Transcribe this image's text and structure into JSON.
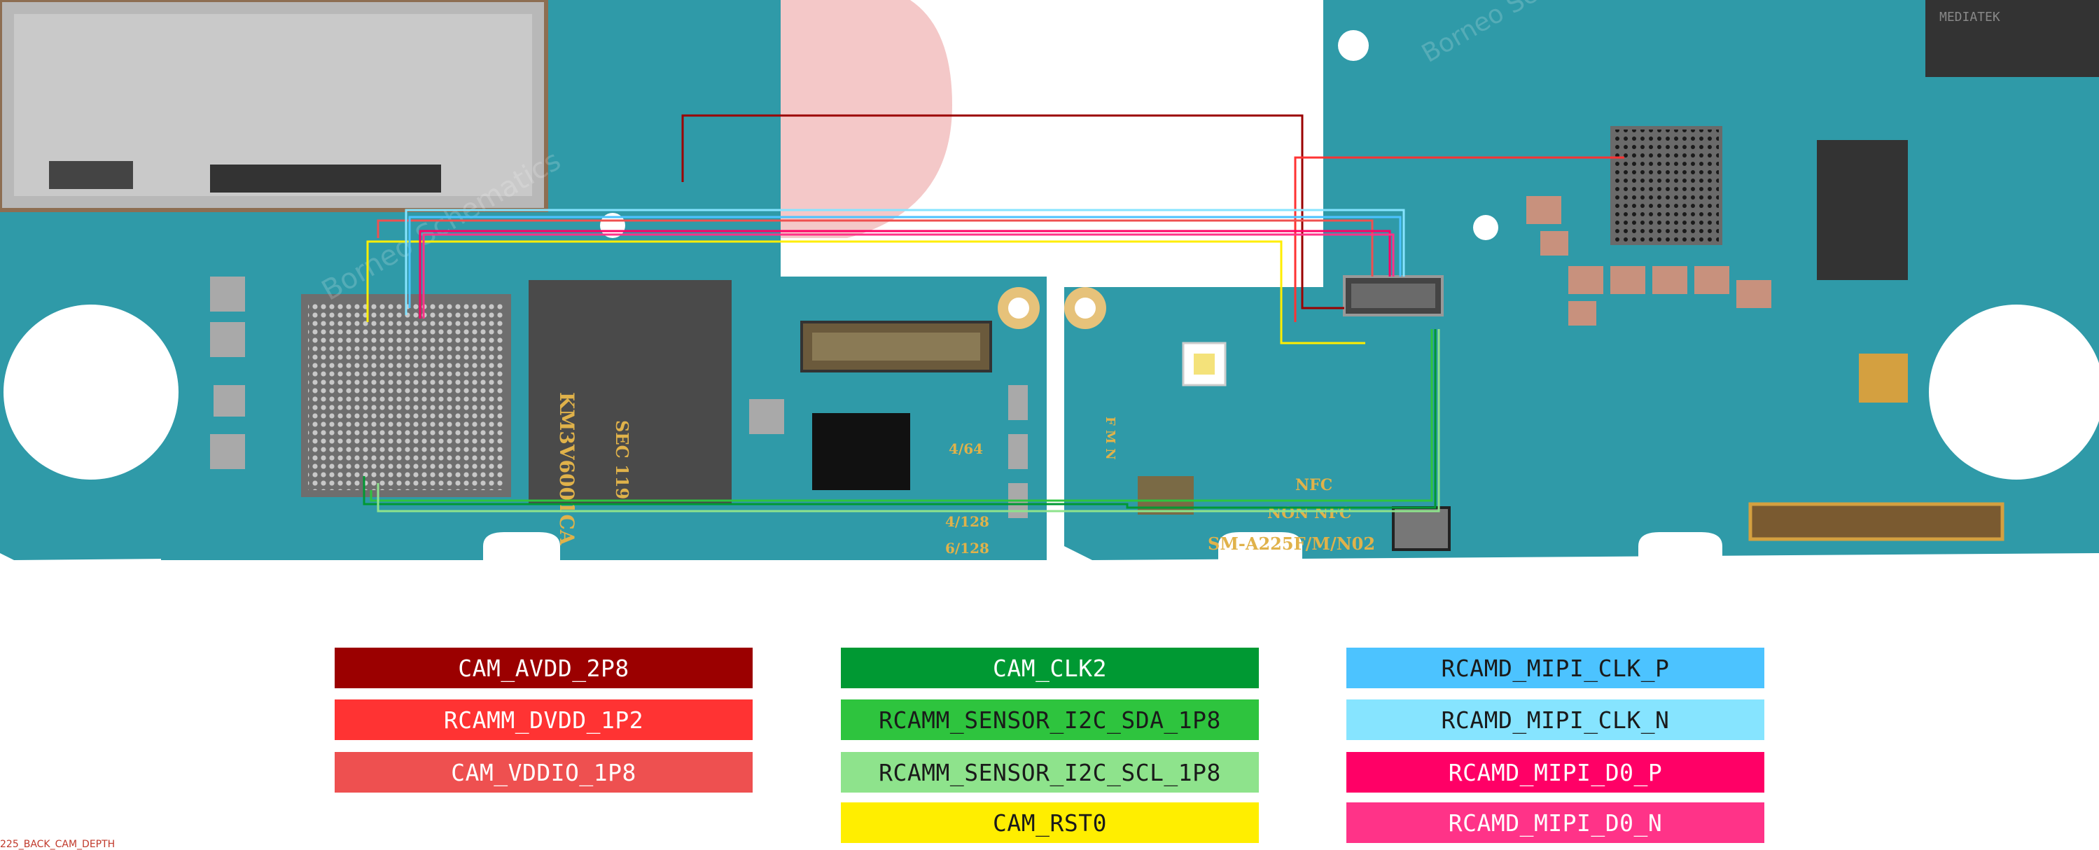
{
  "board": {
    "model_label": "SM-A225F/M/N02",
    "nfc_label": "NFC",
    "non_nfc_label": "NON NFC",
    "fmn_label": "F M N",
    "watermark_text": "Borneo Schematics",
    "ic_marking_left": "KM3V6001CA",
    "ic_marking_sec": "SEC 119",
    "chip_top_right": "MEDIATEK",
    "small_labels": [
      "4/64",
      "4/128",
      "6/128"
    ],
    "colors": {
      "pcb": "#2f9aa8",
      "pcb_dark": "#1f7f8c",
      "pcb_edge": "#5bb8c4"
    }
  },
  "legend": [
    {
      "label": "CAM_AVDD_2P8",
      "color": "#9b0000",
      "text_color": "#ffffff"
    },
    {
      "label": "RCAMM_DVDD_1P2",
      "color": "#ff3333",
      "text_color": "#ffffff"
    },
    {
      "label": "CAM_VDDIO_1P8",
      "color": "#ee5050",
      "text_color": "#ffffff"
    },
    {
      "label": "CAM_CLK2",
      "color": "#009933",
      "text_color": "#ffffff"
    },
    {
      "label": "RCAMM_SENSOR_I2C_SDA_1P8",
      "color": "#2ec43e",
      "text_color": "#1a1a1a"
    },
    {
      "label": "RCAMM_SENSOR_I2C_SCL_1P8",
      "color": "#8ee38c",
      "text_color": "#1a1a1a"
    },
    {
      "label": "CAM_RST0",
      "color": "#ffee00",
      "text_color": "#1a1a1a"
    },
    {
      "label": "RCAMD_MIPI_CLK_P",
      "color": "#4cc3ff",
      "text_color": "#1a1a1a"
    },
    {
      "label": "RCAMD_MIPI_CLK_N",
      "color": "#86e4ff",
      "text_color": "#1a1a1a"
    },
    {
      "label": "RCAMD_MIPI_D0_P",
      "color": "#ff0066",
      "text_color": "#ffffff"
    },
    {
      "label": "RCAMD_MIPI_D0_N",
      "color": "#ff3388",
      "text_color": "#ffffff"
    }
  ],
  "footnote": "225_BACK_CAM_DEPTH"
}
